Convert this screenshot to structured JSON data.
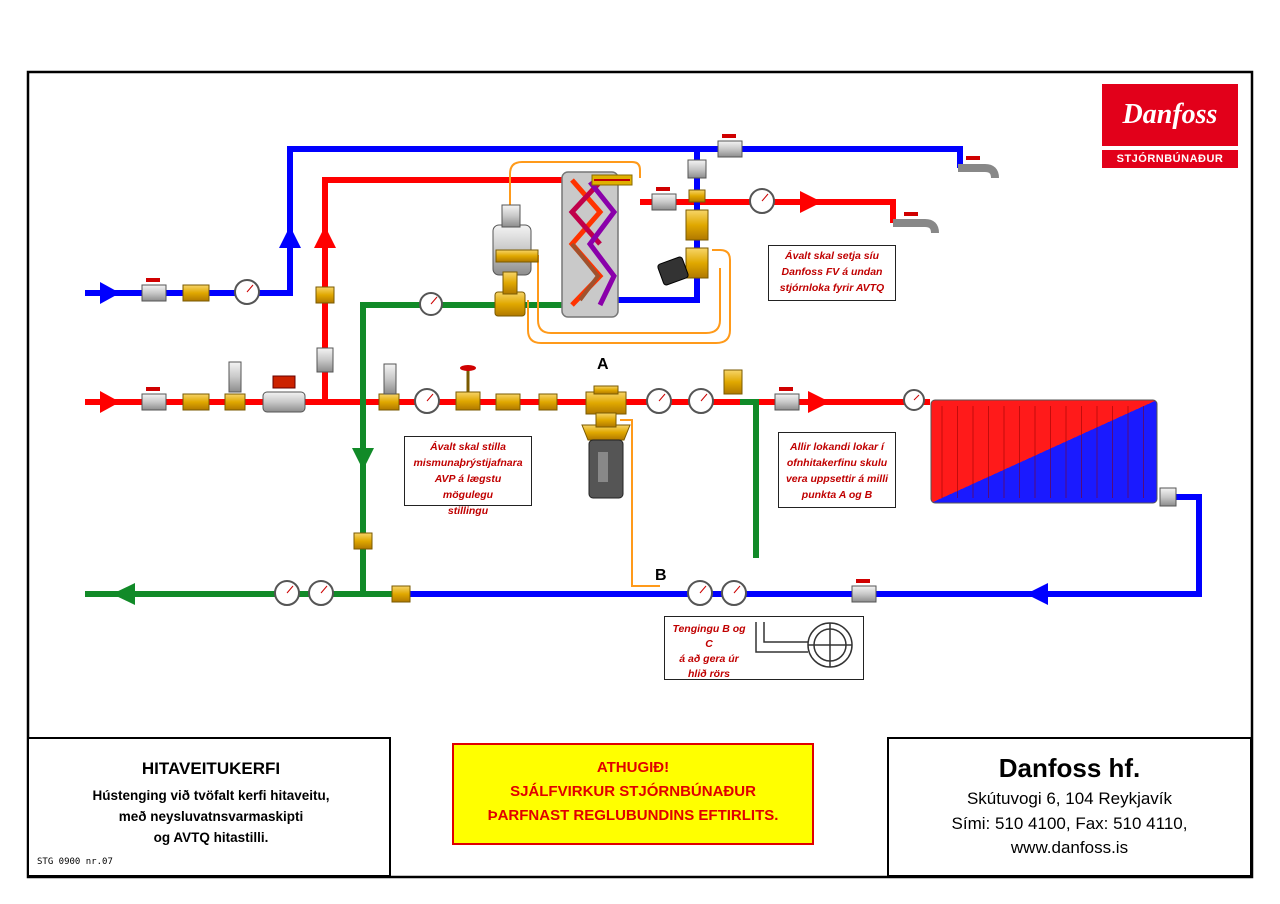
{
  "brand": {
    "logo_text": "Danfoss",
    "tagline": "STJÓRNBÚNAÐUR",
    "color": "#e2001a"
  },
  "labels": {
    "point_a": "A",
    "point_b": "B"
  },
  "notes": {
    "strainer": [
      "Ávalt skal setja síu",
      "Danfoss FV á undan",
      "stjórnloka fyrir AVTQ"
    ],
    "avp": [
      "Ávalt skal stilla",
      "mismunaþrýstijafnara",
      "AVP á lægstu mögulegu",
      "stillingu"
    ],
    "valves": [
      "Allir lokandi lokar í",
      "ofnhitakerfinu skulu",
      "vera uppsettir á milli",
      "punkta  A og B"
    ],
    "connection": [
      "Tengingu  B og C",
      "á að gera úr",
      "hlið  rörs"
    ]
  },
  "title_block": {
    "title": "HITAVEITUKERFI",
    "subtitle": [
      "Hústenging við tvöfalt kerfi hitaveitu,",
      "með neysluvatnsvarmaskipti",
      "og AVTQ hitastilli."
    ],
    "drawing_no": "STG 0900 nr.07"
  },
  "warning": {
    "lines": [
      "ATHUGIÐ!",
      "SJÁLFVIRKUR STJÓRNBÚNAÐUR",
      "ÞARFNAST REGLUBUNDINS EFTIRLITS."
    ],
    "bg_color": "#ffff00",
    "text_color": "#e00000"
  },
  "company": {
    "name": "Danfoss hf.",
    "address": "Skútuvogi 6,  104 Reykjavík",
    "phone": "Sími: 510 4100,  Fax: 510 4110,",
    "web": "www.danfoss.is"
  },
  "colors": {
    "supply": "#ff0000",
    "return": "#0000ff",
    "return_green": "#118a28",
    "capillary": "#ff9a1a",
    "fitting": "#e8b400"
  }
}
